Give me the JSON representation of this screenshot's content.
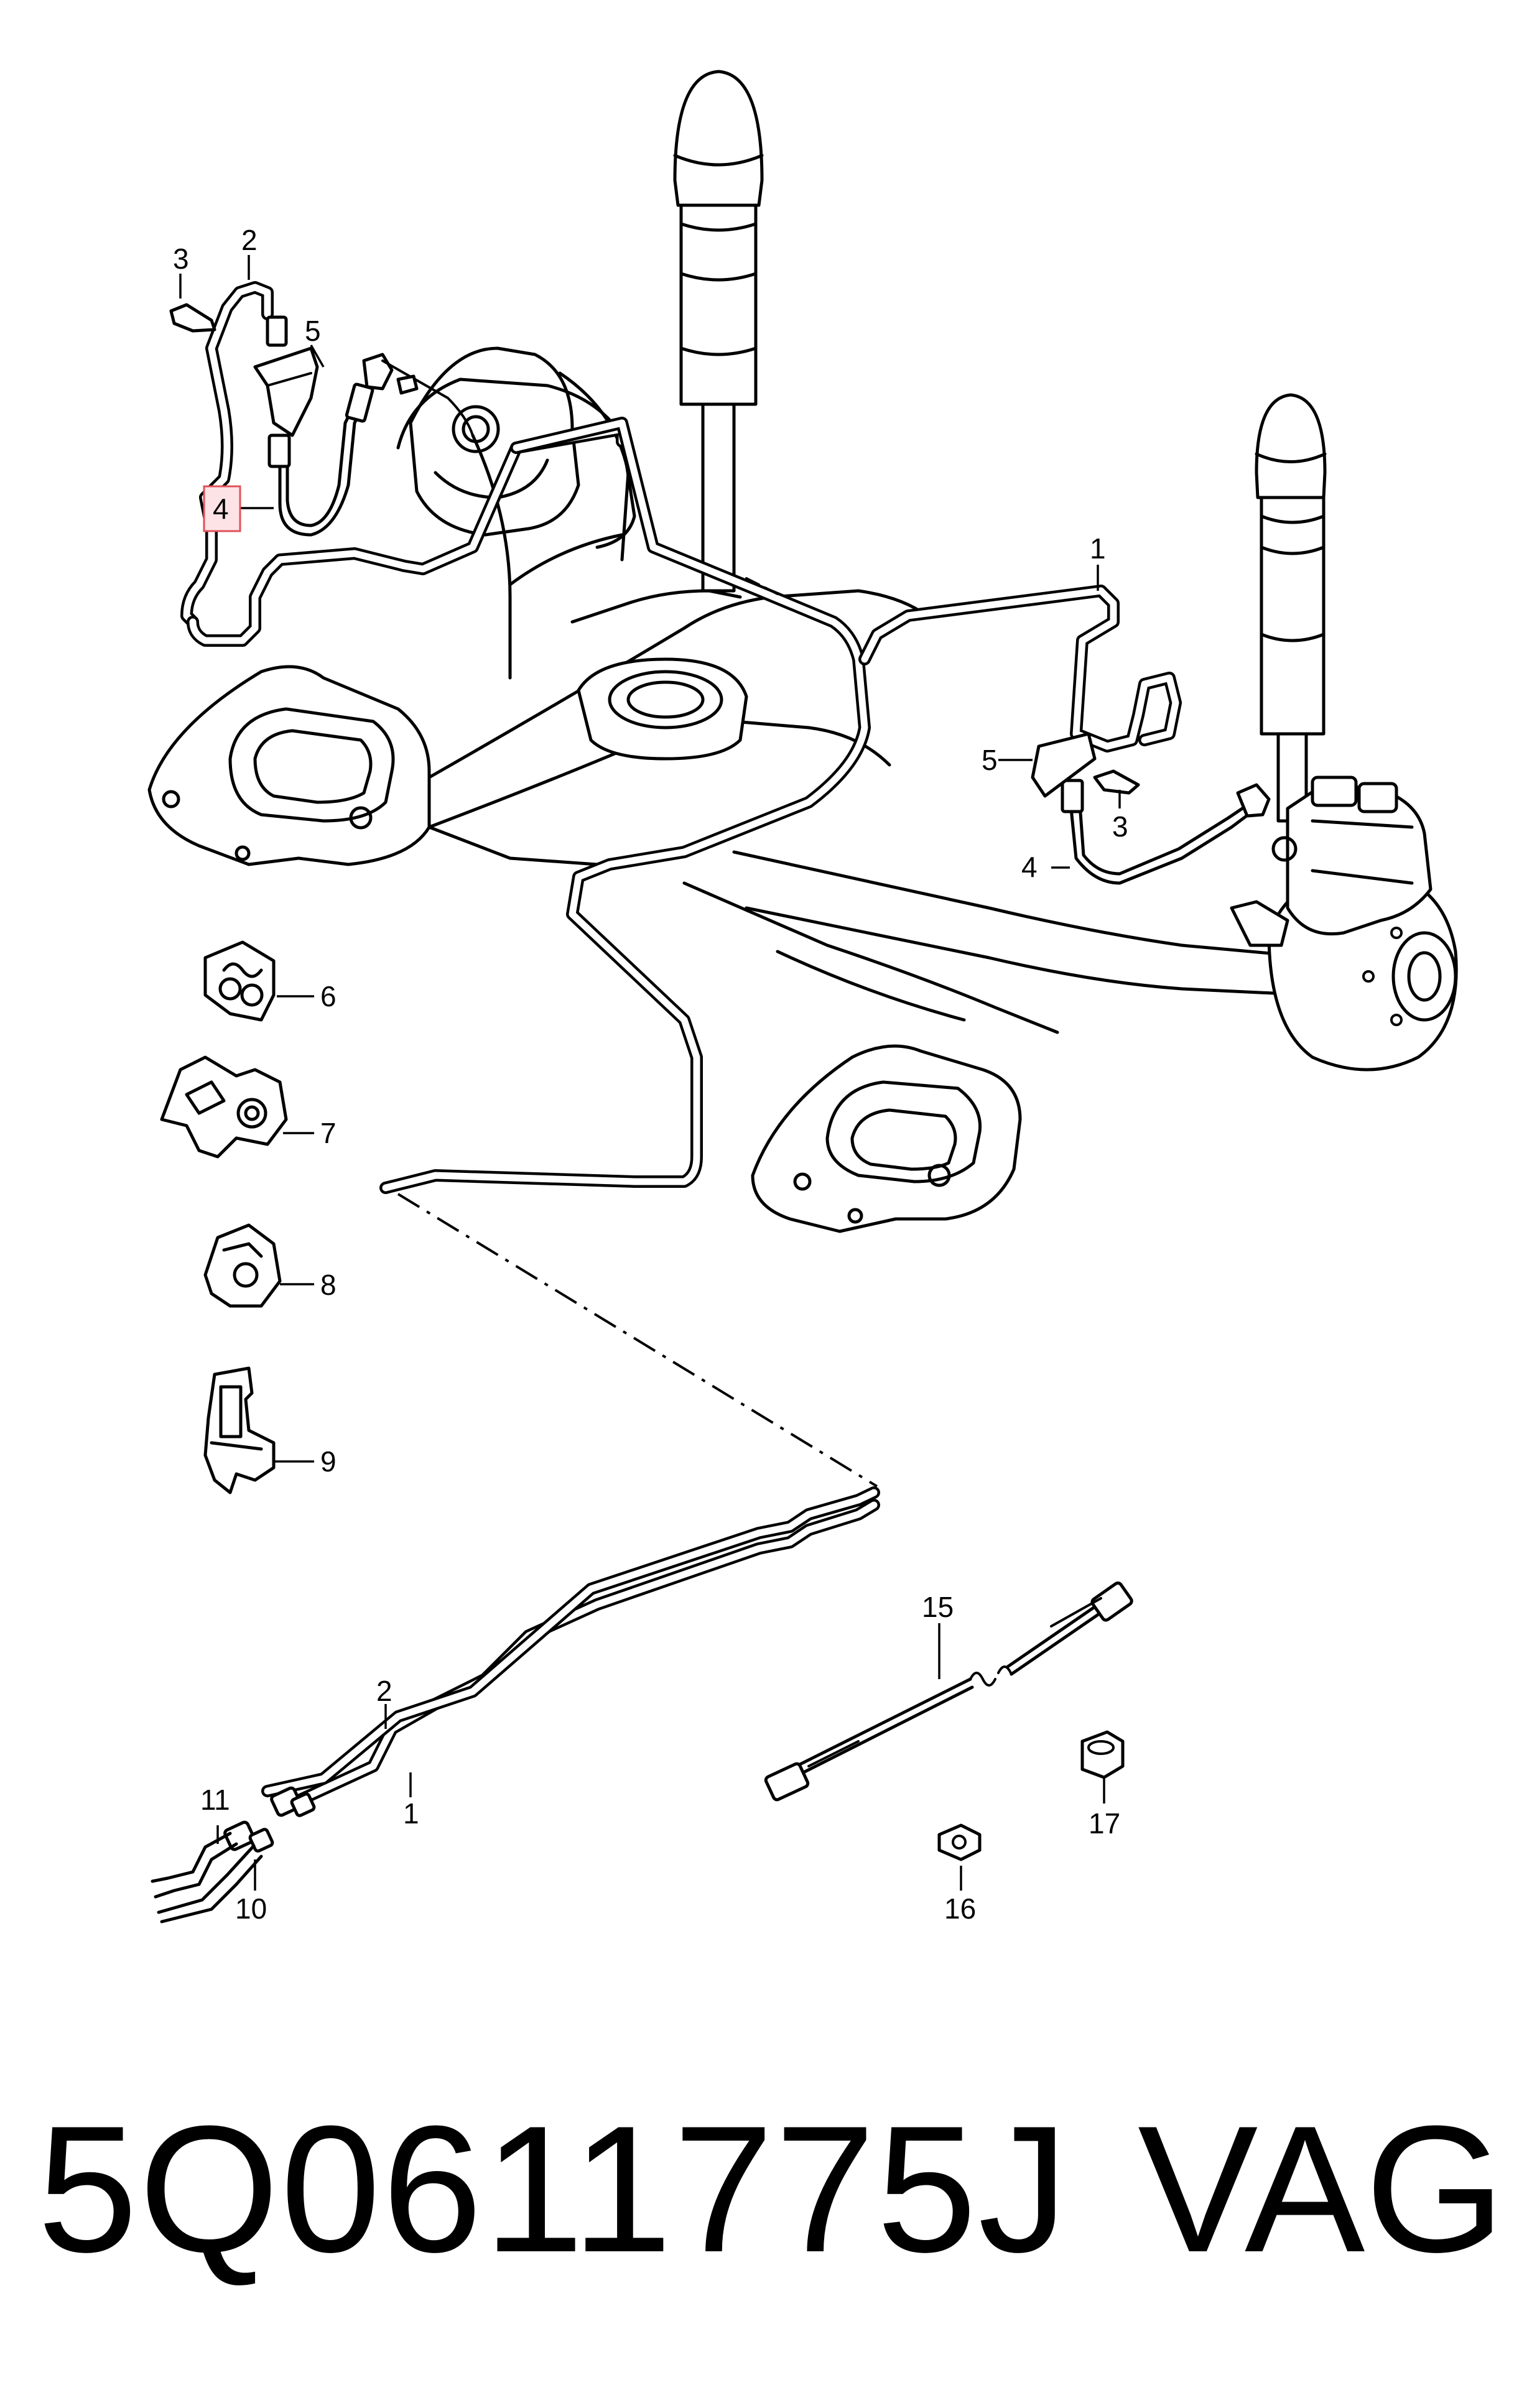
{
  "diagram": {
    "callouts": {
      "c1_right": "1",
      "c1_bottom": "1",
      "c2_top": "2",
      "c2_bottom": "2",
      "c3_top": "3",
      "c3_right": "3",
      "c4_top": "4",
      "c4_right": "4",
      "c5_top": "5",
      "c5_right": "5",
      "c6": "6",
      "c7": "7",
      "c8": "8",
      "c9": "9",
      "c10": "10",
      "c11": "11",
      "c15": "15",
      "c16": "16",
      "c17": "17"
    },
    "highlighted_callout": "4",
    "highlight_color": "#e0505a"
  },
  "footer": {
    "part_number": "5Q0611775J",
    "brand": "VAG"
  }
}
